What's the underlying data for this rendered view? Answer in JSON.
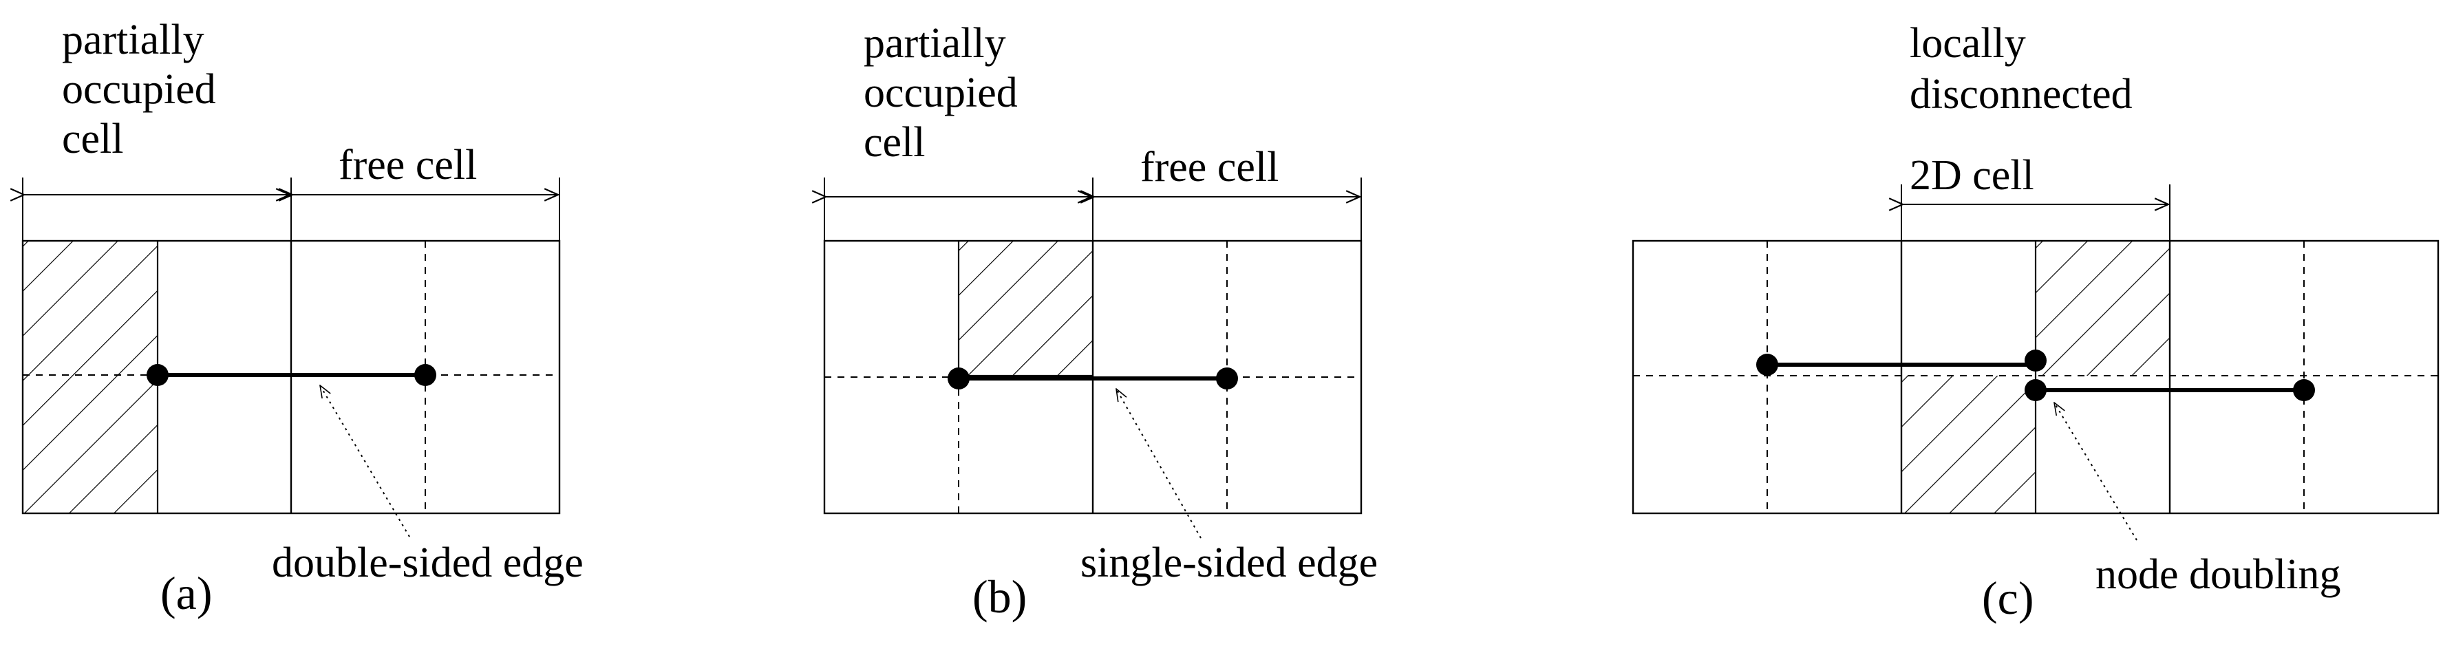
{
  "panels": [
    {
      "id": "a",
      "caption": "(a)",
      "top_label_lines": [
        "partially",
        "occupied",
        "cell"
      ],
      "right_label": "free cell",
      "annotation": "double-sided edge"
    },
    {
      "id": "b",
      "caption": "(b)",
      "top_label_lines": [
        "partially",
        "occupied",
        "cell"
      ],
      "right_label": "free cell",
      "annotation": "single-sided edge"
    },
    {
      "id": "c",
      "caption": "(c)",
      "top_label_lines": [
        "locally",
        "disconnected",
        "2D cell"
      ],
      "annotation": "node doubling"
    }
  ]
}
